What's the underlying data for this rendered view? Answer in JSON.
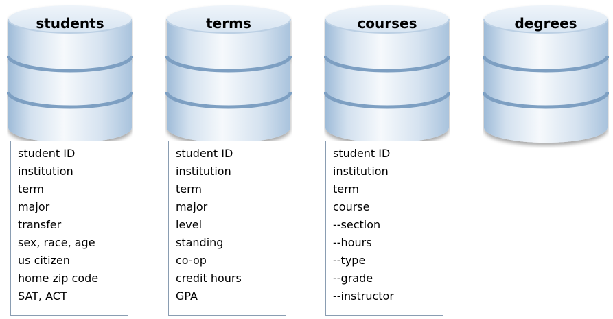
{
  "databases": [
    {
      "title": "students",
      "fields": [
        "student ID",
        "institution",
        "term",
        "major",
        "transfer",
        "sex, race, age",
        "us citizen",
        "home zip code",
        "SAT, ACT"
      ]
    },
    {
      "title": "terms",
      "fields": [
        "student ID",
        "institution",
        "term",
        "major",
        "level",
        "standing",
        "co-op",
        "credit hours",
        "GPA"
      ]
    },
    {
      "title": "courses",
      "fields": [
        "student ID",
        "institution",
        "term",
        "course",
        "--section",
        "--hours",
        "--type",
        "--grade",
        "--instructor"
      ]
    },
    {
      "title": "degrees",
      "fields": []
    }
  ],
  "colors": {
    "cylinder_light": "#f4f8fc",
    "cylinder_mid": "#c9d9ea",
    "cylinder_dark": "#8fb0cf",
    "band": "#7d9fc2",
    "box_border": "#8a9db2"
  }
}
